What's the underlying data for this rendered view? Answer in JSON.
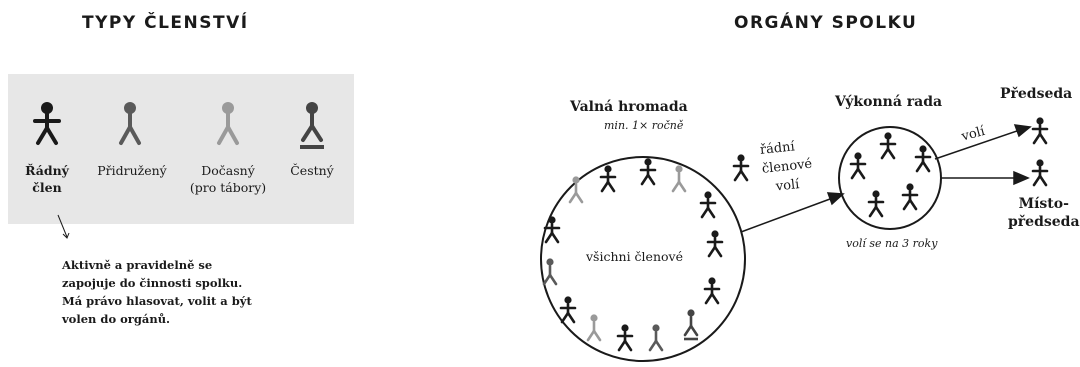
{
  "left": {
    "title": "TYPY ČLENSTVÍ",
    "types": [
      {
        "line1": "Řádný",
        "line2": "člen",
        "color": "#1a1a1a",
        "bold": true
      },
      {
        "line1": "Přidružený",
        "line2": "",
        "color": "#5a5a5a",
        "bold": false
      },
      {
        "line1": "Dočasný",
        "line2": "(pro tábory)",
        "color": "#9a9a9a",
        "bold": false
      },
      {
        "line1": "Čestný",
        "line2": "",
        "color": "#444444",
        "bold": false
      }
    ],
    "description": [
      "Aktivně a pravidelně se",
      "zapojuje do činnosti spolku.",
      "Má právo hlasovat, volit a být",
      "volen do orgánů."
    ]
  },
  "right": {
    "title": "ORGÁNY SPOLKU",
    "assembly": {
      "title": "Valná hromada",
      "subtitle": "min. 1× ročně",
      "inner": "všichni členové"
    },
    "voters": [
      "řádní",
      "členové",
      "volí"
    ],
    "board": {
      "title": "Výkonná rada",
      "note": "volí se na 3 roky"
    },
    "elects": "volí",
    "chair": "Předseda",
    "vice": [
      "Místo-",
      "předseda"
    ]
  },
  "colors": {
    "regular": "#1a1a1a",
    "associate": "#5a5a5a",
    "temporary": "#9a9a9a",
    "honorary": "#444444",
    "panel": "#e7e7e7"
  }
}
